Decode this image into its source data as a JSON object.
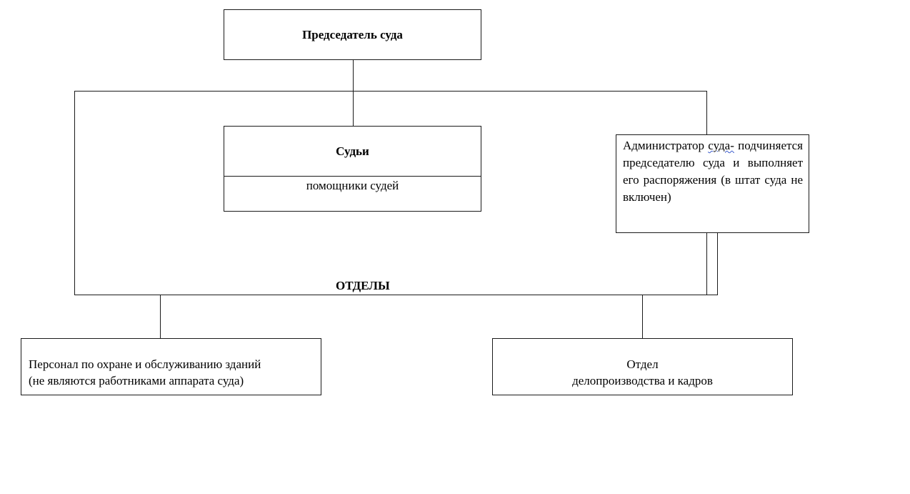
{
  "chairman": {
    "label": "Председатель суда"
  },
  "judges": {
    "label": "Судьи",
    "assistants": "помощники судей"
  },
  "administrator": {
    "line1_word": "Администратор",
    "line1_spell": "суда-",
    "rest": "подчиняется председателю суда и выполняет его распоряжения (в штат суда не включен)"
  },
  "departments": {
    "label": "ОТДЕЛЫ"
  },
  "staff": {
    "line1": "Персонал по охране и обслуживанию зданий",
    "line2": "(не являются работниками аппарата суда)"
  },
  "records": {
    "line1": "Отдел",
    "line2": "делопроизводства и кадров"
  },
  "colors": {
    "line": "#1a1a1a",
    "background": "#ffffff",
    "spellcheck": "#3b5bcc"
  }
}
